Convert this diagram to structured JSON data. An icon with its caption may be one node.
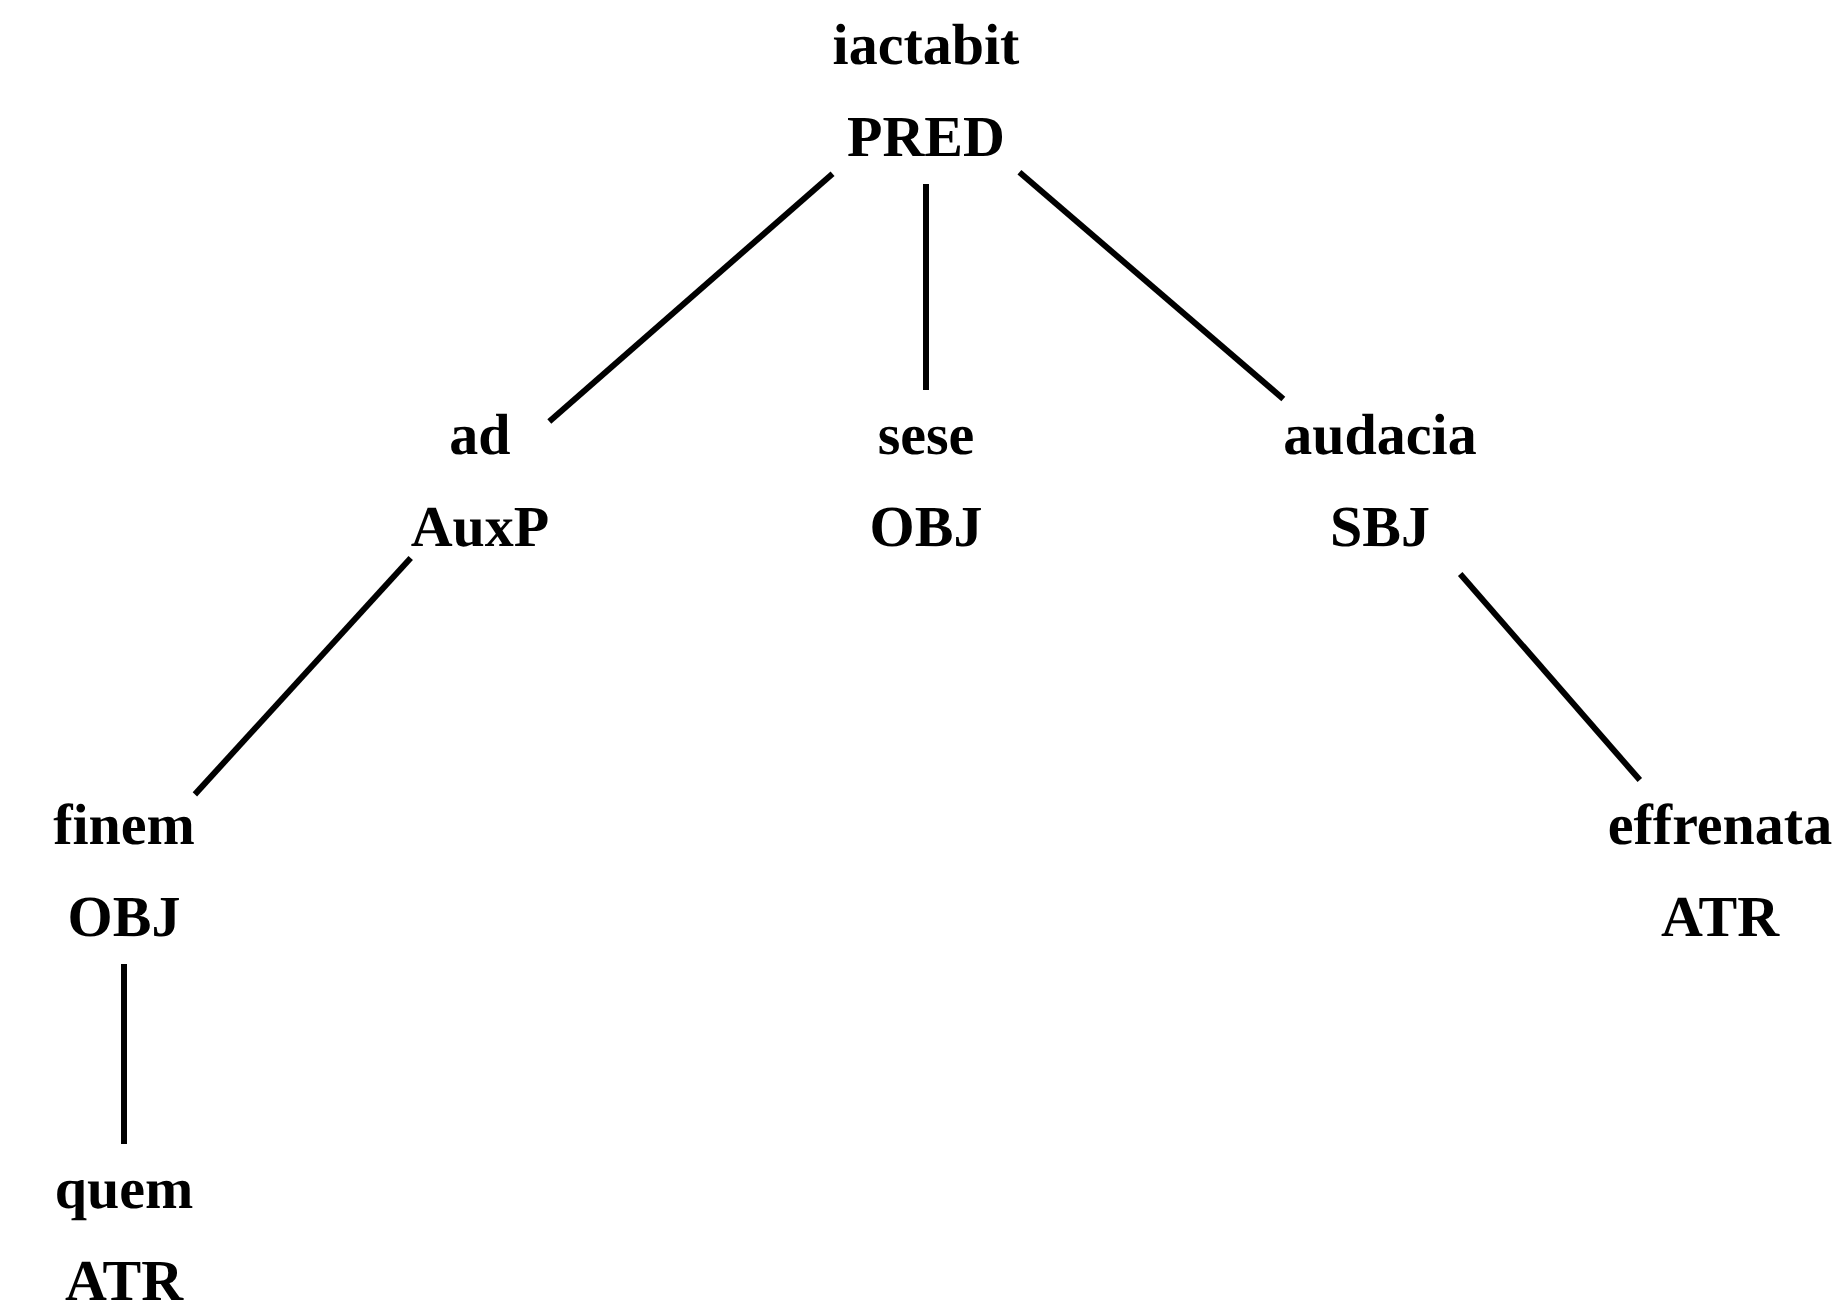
{
  "diagram": {
    "nodes": [
      {
        "text": [
          "iactabit",
          "PRED"
        ]
      },
      {
        "text": [
          "ad",
          "AuxP"
        ]
      },
      {
        "text": [
          "sese",
          "OBJ"
        ]
      },
      {
        "text": [
          "audacia",
          "SBJ"
        ]
      },
      {
        "text": [
          "finem",
          "OBJ"
        ]
      },
      {
        "text": [
          "effrenata",
          "ATR"
        ]
      },
      {
        "text": [
          "quem",
          "ATR"
        ]
      }
    ],
    "edges": [
      {
        "from": 0,
        "to": 1,
        "arrow": "none"
      },
      {
        "from": 0,
        "to": 2,
        "arrow": "none"
      },
      {
        "from": 0,
        "to": 3,
        "arrow": "none"
      },
      {
        "from": 1,
        "to": 4,
        "arrow": "none"
      },
      {
        "from": 3,
        "to": 5,
        "arrow": "none"
      },
      {
        "from": 4,
        "to": 6,
        "arrow": "none"
      }
    ]
  }
}
